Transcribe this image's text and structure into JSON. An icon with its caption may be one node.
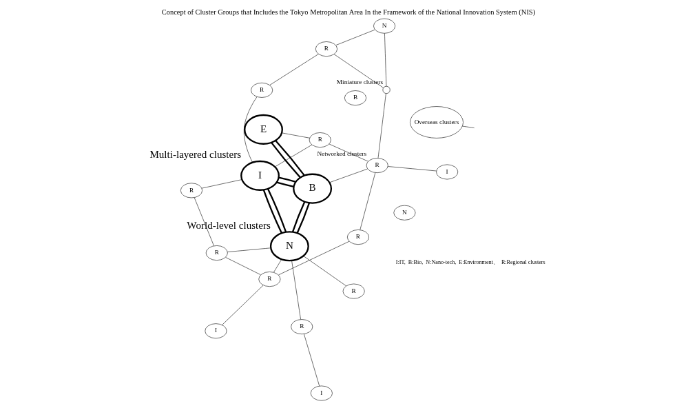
{
  "diagram": {
    "title": "Concept of Cluster Groups that Includes the Tokyo Metropolitan Area In the Framework of the National Innovation System (NIS)",
    "nodes": [
      {
        "text": [
          "Overseas clusters"
        ]
      },
      {
        "text": [
          "N"
        ],
        "beside": [
          "World-level clusters"
        ]
      },
      {
        "text": [
          "I"
        ]
      },
      {
        "text": [
          "R"
        ]
      },
      {
        "text": [
          "R"
        ]
      },
      {
        "text": [
          "R"
        ]
      },
      {
        "text": [
          "R"
        ]
      },
      {
        "text": [
          "R"
        ]
      },
      {
        "text": [
          "B"
        ]
      },
      {
        "text": [
          "I"
        ]
      },
      {
        "text": [
          "N"
        ]
      },
      {
        "text": [
          "R"
        ]
      },
      {
        "text": [
          "E"
        ]
      },
      {
        "text": [
          "I"
        ]
      },
      {
        "text": [
          "I"
        ],
        "beside": [
          "Multi-layered clusters"
        ]
      },
      {
        "text": [
          "N"
        ]
      },
      {
        "text": [
          "B"
        ]
      },
      {
        "text": [
          "R"
        ]
      },
      {
        "text": [
          "R"
        ]
      },
      {
        "text": [
          "R"
        ]
      },
      {
        "text": [
          "R"
        ],
        "beside": [
          "Networked clusters"
        ]
      },
      {
        "text": [],
        "shape": "circle",
        "beside": [
          "Miniature clusters"
        ]
      }
    ],
    "edges": [
      {
        "from": 0,
        "to": null,
        "arrow": "none"
      },
      {
        "from": 1,
        "to": 8,
        "arrow": "none",
        "style": "thick"
      },
      {
        "from": 1,
        "to": 8,
        "arrow": "none",
        "style": "thick"
      },
      {
        "from": 1,
        "to": 14,
        "arrow": "none",
        "style": "thick"
      },
      {
        "from": 1,
        "to": 14,
        "arrow": "none",
        "style": "thick"
      },
      {
        "from": 8,
        "to": 14,
        "arrow": "none",
        "style": "thick"
      },
      {
        "from": 8,
        "to": 14,
        "arrow": "none",
        "style": "thick"
      },
      {
        "from": 12,
        "to": 8,
        "arrow": "none",
        "style": "thick"
      },
      {
        "from": 12,
        "to": 8,
        "arrow": "none",
        "style": "thick"
      },
      {
        "from": 3,
        "to": 1,
        "arrow": "none"
      },
      {
        "from": 3,
        "to": 2,
        "arrow": "none"
      },
      {
        "from": 4,
        "to": 6,
        "arrow": "none"
      },
      {
        "from": 4,
        "to": 14,
        "arrow": "none"
      },
      {
        "from": 1,
        "to": 5,
        "arrow": "none"
      },
      {
        "from": 1,
        "to": 6,
        "arrow": "none"
      },
      {
        "from": 1,
        "to": 7,
        "arrow": "none"
      },
      {
        "from": 6,
        "to": 7,
        "arrow": "none"
      },
      {
        "from": 9,
        "to": 7,
        "arrow": "none"
      },
      {
        "from": 7,
        "to": 11,
        "arrow": "none"
      },
      {
        "from": 20,
        "to": 11,
        "arrow": "none"
      },
      {
        "from": 10,
        "to": 17,
        "arrow": "none"
      },
      {
        "from": 17,
        "to": 18,
        "arrow": "none"
      },
      {
        "from": 18,
        "to": 14,
        "arrow": "none"
      },
      {
        "from": 19,
        "to": 14,
        "arrow": "none"
      },
      {
        "from": 10,
        "to": 21,
        "arrow": "none"
      },
      {
        "from": 21,
        "to": 17,
        "arrow": "none"
      },
      {
        "from": 20,
        "to": 21,
        "arrow": "none"
      },
      {
        "from": 20,
        "to": 8,
        "arrow": "none"
      },
      {
        "from": 13,
        "to": 20,
        "arrow": "none"
      },
      {
        "from": 19,
        "to": 12,
        "arrow": "none"
      },
      {
        "from": 19,
        "to": 20,
        "arrow": "none"
      }
    ],
    "labels": [
      "I:IT,  B:Bio,  N:Nano-tech,  E:Environment、  R:Regional clusters"
    ]
  }
}
